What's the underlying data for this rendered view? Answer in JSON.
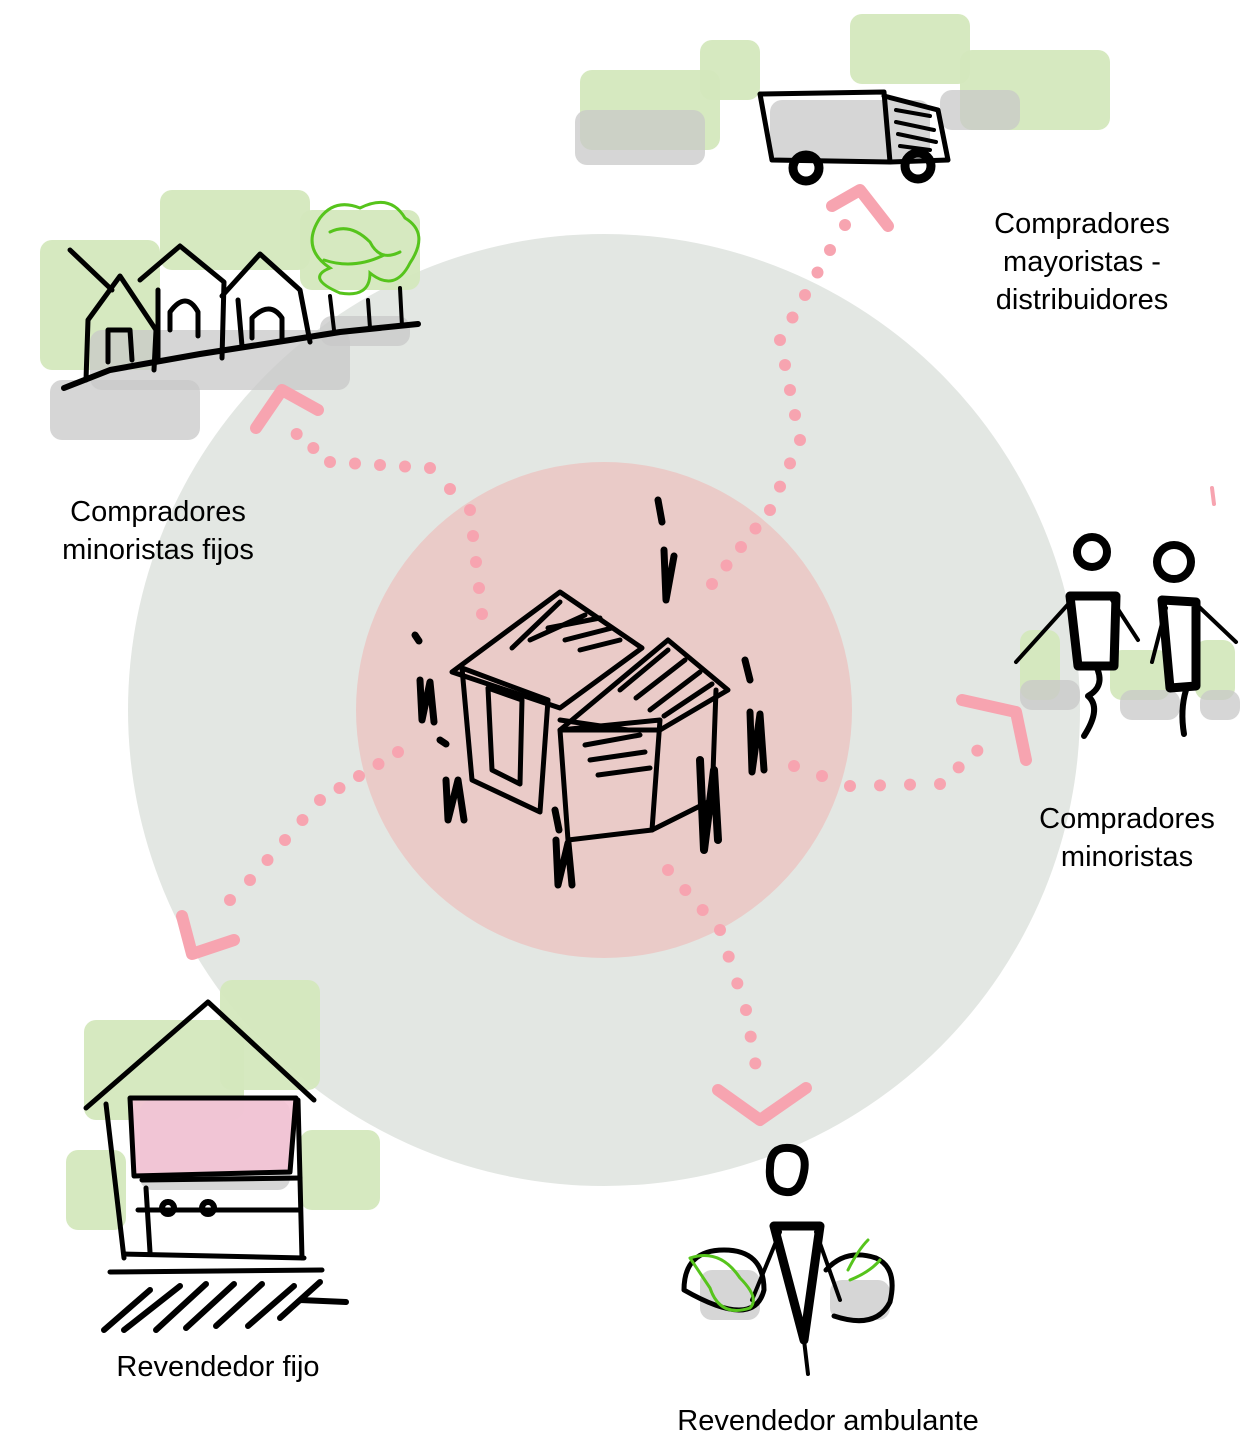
{
  "colors": {
    "outer_ring": "#e3e7e3",
    "inner_ring": "#eacbc8",
    "arrow": "#f7a4b0",
    "greenery": "#d4e8bd",
    "shadow": "#c8c8c8",
    "awning": "#f4c3d5",
    "ink": "#000000",
    "leaf": "#56c41c"
  },
  "center": {
    "icon": "market-building-with-people-icon"
  },
  "nodes": {
    "wholesale": {
      "icon": "truck-icon",
      "label_lines": [
        "Compradores",
        "mayoristas -",
        "distribuidores"
      ]
    },
    "fixed_retail_buyers": {
      "icon": "houses-icon",
      "label_lines": [
        "Compradores",
        "minoristas fijos"
      ]
    },
    "retail_buyers": {
      "icon": "two-people-icon",
      "label_lines": [
        "Compradores",
        "minoristas"
      ]
    },
    "fixed_reseller": {
      "icon": "shop-stall-icon",
      "label_lines": [
        "Revendedor fijo"
      ]
    },
    "street_reseller": {
      "icon": "street-vendor-with-baskets-icon",
      "label_lines": [
        "Revendedor ambulante"
      ]
    }
  }
}
